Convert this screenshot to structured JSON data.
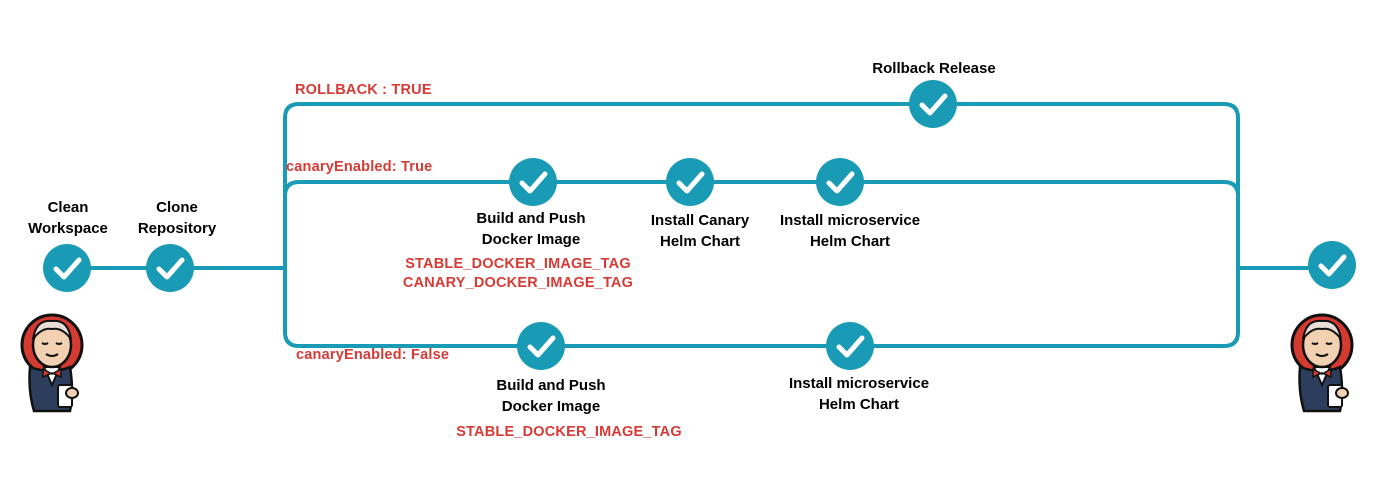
{
  "stages": {
    "clean_workspace": [
      "Clean",
      "Workspace"
    ],
    "clone_repository": [
      "Clone",
      "Repository"
    ],
    "rollback_release": "Rollback Release",
    "canary_build_push": [
      "Build and Push",
      "Docker Image"
    ],
    "install_canary_chart": [
      "Install Canary",
      "Helm Chart"
    ],
    "canary_install_microservice": [
      "Install microservice",
      "Helm Chart"
    ],
    "stable_build_push": [
      "Build and Push",
      "Docker Image"
    ],
    "stable_install_microservice": [
      "Install microservice",
      "Helm Chart"
    ]
  },
  "conditions": {
    "rollback": "ROLLBACK  : TRUE",
    "canary_true": "canaryEnabled: True",
    "canary_false": "canaryEnabled: False"
  },
  "params": {
    "canary_stable_tag": "STABLE_DOCKER_IMAGE_TAG",
    "canary_canary_tag": "CANARY_DOCKER_IMAGE_TAG",
    "stable_stable_tag": "STABLE_DOCKER_IMAGE_TAG"
  },
  "colors": {
    "line": "#1a9bb5",
    "node": "#1a9bb5",
    "condition_text": "#d63a35",
    "label_text": "#000000"
  },
  "icons": {
    "node": "check-icon",
    "mascot": "jenkins-butler-icon"
  }
}
